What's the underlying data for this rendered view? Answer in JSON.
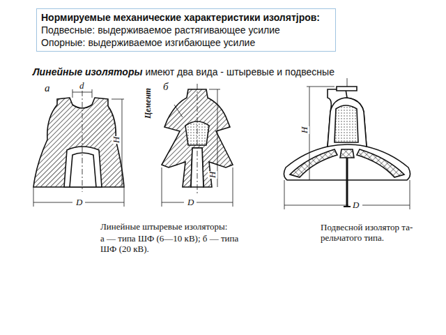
{
  "diagram": {
    "nodes": [
      {
        "text": [
          "Нормируемые механические характеристики изолятjров:",
          "Подвесные: выдерживаемое растягивающее усилие",
          "Опорные: выдерживаемое изгибающее усилие"
        ]
      }
    ],
    "labels": [
      "Линейные изоляторы",
      "имеют два вида - штыревые и подвесные",
      "а",
      "d",
      "H",
      "D",
      "б",
      "Цемент",
      "H",
      "D",
      "H",
      "D",
      "Линейные штыревые изоляторы:",
      "а — типа ШФ (6—10 кВ); б — типа ШФ (20 кВ).",
      "Подвесной изолятор та- рельчатого типа."
    ]
  }
}
